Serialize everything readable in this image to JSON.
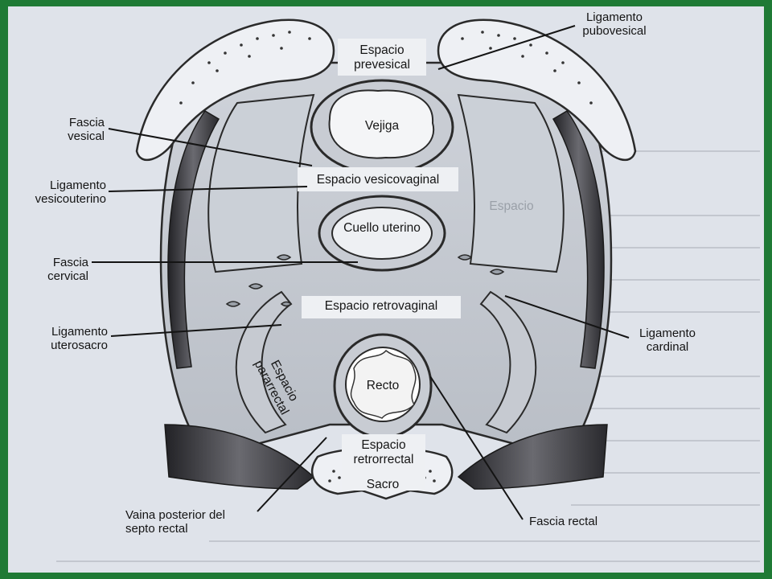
{
  "labels": {
    "espacio_prevesical": "Espacio\nprevesical",
    "ligamento_pubovesical": "Ligamento\npubovesical",
    "vejiga": "Vejiga",
    "fascia_vesical": "Fascia\nvesical",
    "espacio_vesicovaginal": "Espacio vesicovaginal",
    "ligamento_vesicouterino": "Ligamento\nvesicouterino",
    "cuello_uterino": "Cuello uterino",
    "fascia_cervical": "Fascia\ncervical",
    "espacio_retrovaginal": "Espacio retrovaginal",
    "ligamento_uterosacro": "Ligamento\nuterosacro",
    "ligamento_cardinal": "Ligamento\ncardinal",
    "espacio_pararrectal": "Espacio\npararrectal",
    "recto": "Recto",
    "espacio_retrorrectal": "Espacio\nretrorrectal",
    "sacro": "Sacro",
    "vaina_posterior": "Vaina posterior del\nsepto rectal",
    "fascia_rectal": "Fascia rectal",
    "espacio_ghost": "Espacio"
  },
  "colors": {
    "frame_border": "#1f7a35",
    "page": "#dfe3ea",
    "bone": "#e8ebf0",
    "muscle_dark": "#3a3a3e",
    "outline": "#2a2a2a"
  }
}
